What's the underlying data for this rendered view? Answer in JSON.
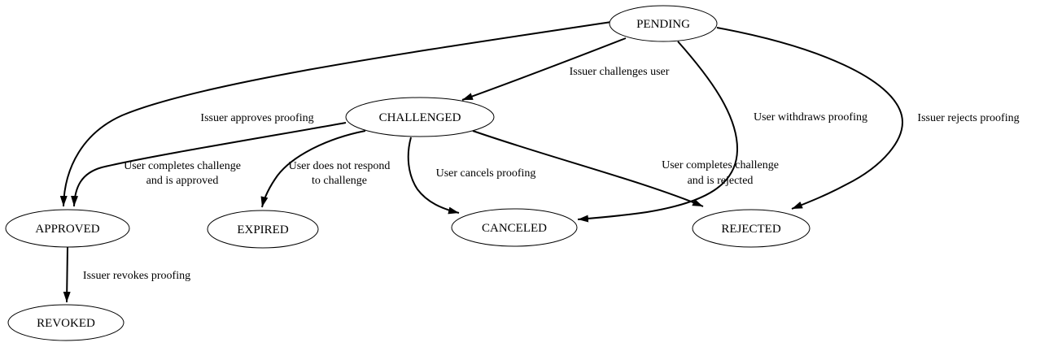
{
  "diagram": {
    "kind": "state-machine",
    "colors": {
      "background": "#ffffff",
      "node_fill": "#ffffff",
      "stroke": "#000000",
      "text": "#000000"
    },
    "states": [
      {
        "id": "pending",
        "label": "PENDING"
      },
      {
        "id": "challenged",
        "label": "CHALLENGED"
      },
      {
        "id": "approved",
        "label": "APPROVED"
      },
      {
        "id": "expired",
        "label": "EXPIRED"
      },
      {
        "id": "canceled",
        "label": "CANCELED"
      },
      {
        "id": "rejected",
        "label": "REJECTED"
      },
      {
        "id": "revoked",
        "label": "REVOKED"
      }
    ],
    "transitions": [
      {
        "from": "PENDING",
        "to": "CHALLENGED",
        "lines": [
          "Issuer challenges user"
        ]
      },
      {
        "from": "PENDING",
        "to": "APPROVED",
        "lines": [
          "Issuer approves proofing"
        ]
      },
      {
        "from": "CHALLENGED",
        "to": "APPROVED",
        "lines": [
          "User completes challenge",
          "and is approved"
        ]
      },
      {
        "from": "CHALLENGED",
        "to": "EXPIRED",
        "lines": [
          "User does not respond",
          "to challenge"
        ]
      },
      {
        "from": "CHALLENGED",
        "to": "CANCELED",
        "lines": [
          "User cancels proofing"
        ]
      },
      {
        "from": "CHALLENGED",
        "to": "REJECTED",
        "lines": [
          "User completes challenge",
          "and is rejected"
        ]
      },
      {
        "from": "PENDING",
        "to": "CANCELED",
        "lines": [
          "User withdraws proofing"
        ]
      },
      {
        "from": "PENDING",
        "to": "REJECTED",
        "lines": [
          "Issuer rejects proofing"
        ]
      },
      {
        "from": "APPROVED",
        "to": "REVOKED",
        "lines": [
          "Issuer revokes proofing"
        ]
      }
    ]
  }
}
